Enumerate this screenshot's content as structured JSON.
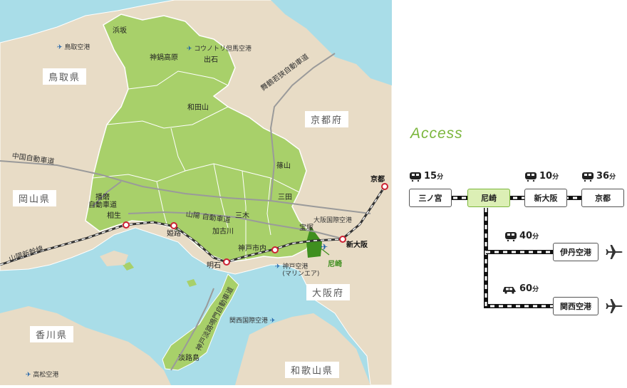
{
  "map": {
    "colors": {
      "sea": "#a9dde8",
      "land": "#e8dcc6",
      "hyogo": "#a8d06a",
      "amagasaki": "#3f8f1f",
      "rail": "#cc2233"
    },
    "prefectures": [
      "鳥取県",
      "京都府",
      "岡山県",
      "大阪府",
      "香川県",
      "和歌山県"
    ],
    "places": [
      "浜坂",
      "神鍋高原",
      "出石",
      "和田山",
      "篠山",
      "三田",
      "播磨\n自動車道",
      "相生",
      "姫路",
      "三木",
      "加古川",
      "明石",
      "神戸市内",
      "宝塚",
      "淡路島"
    ],
    "stations": [
      "京都",
      "新大阪",
      "尼崎"
    ],
    "airports": [
      "鳥取空港",
      "コウノトリ但馬空港",
      "大阪国際空港",
      "神戸空港\n(マリンエア)",
      "関西国際空港",
      "高松空港"
    ],
    "roads": [
      "舞鶴若狭自動車道",
      "中国自動車道",
      "山陽 自動車道",
      "山陽新幹線",
      "神戸淡路鳴門自動車道"
    ]
  },
  "access": {
    "title": "Access",
    "origin": "尼崎",
    "stations": [
      "三ノ宮",
      "尼崎",
      "新大阪",
      "京都"
    ],
    "airports": [
      "伊丹空港",
      "関西空港"
    ],
    "times": [
      {
        "mode": "train",
        "minutes": "15",
        "unit": "分"
      },
      {
        "mode": "train",
        "minutes": "10",
        "unit": "分"
      },
      {
        "mode": "train",
        "minutes": "36",
        "unit": "分"
      },
      {
        "mode": "train",
        "minutes": "40",
        "unit": "分"
      },
      {
        "mode": "car",
        "minutes": "60",
        "unit": "分"
      }
    ],
    "icons": [
      "train-icon",
      "car-icon",
      "airplane-icon"
    ]
  }
}
